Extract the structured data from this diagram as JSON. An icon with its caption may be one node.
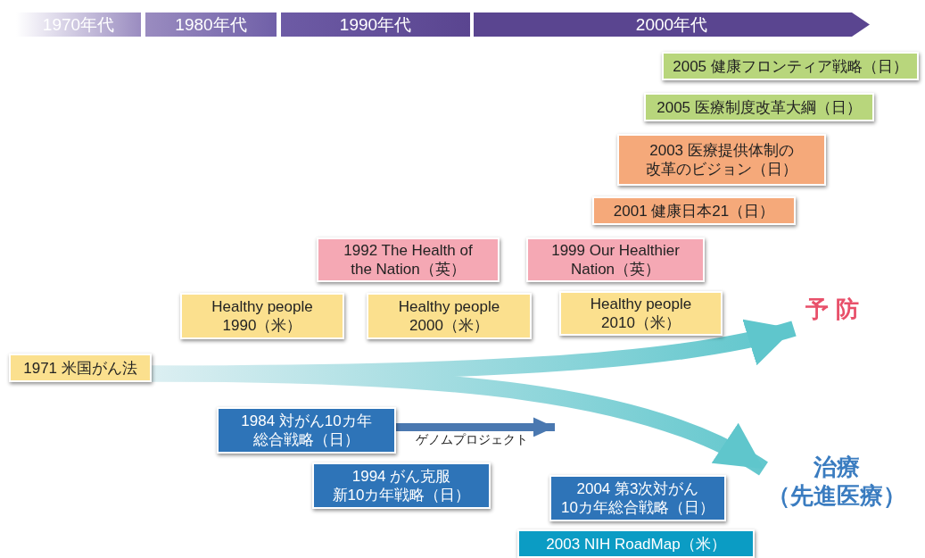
{
  "diagram": {
    "nodes": [
      {
        "text": [
          "1970年代"
        ]
      },
      {
        "text": [
          "1980年代"
        ]
      },
      {
        "text": [
          "1990年代"
        ]
      },
      {
        "text": [
          "2000年代"
        ]
      },
      {
        "text": [
          "2005 健康フロンティア戦略（日）"
        ]
      },
      {
        "text": [
          "2005 医療制度改革大綱（日）"
        ]
      },
      {
        "text": [
          "2003 医療提供体制の改革のビジョン（日）"
        ]
      },
      {
        "text": [
          "2001 健康日本21（日）"
        ]
      },
      {
        "text": [
          "1992 The Health of the Nation（英）"
        ]
      },
      {
        "text": [
          "1999 Our Healthier Nation（英）"
        ]
      },
      {
        "text": [
          "Healthy people 1990（米）"
        ]
      },
      {
        "text": [
          "Healthy people 2000（米）"
        ]
      },
      {
        "text": [
          "Healthy people 2010（米）"
        ]
      },
      {
        "text": [
          "予防"
        ]
      },
      {
        "text": [
          "1971 米国がん法"
        ]
      },
      {
        "text": [
          "1984 対がん10カ年総合戦略（日）"
        ]
      },
      {
        "text": [
          "1994 がん克服新10カ年戦略（日）"
        ]
      },
      {
        "text": [
          "2004 第3次対がん10カ年総合戦略（日）"
        ]
      },
      {
        "text": [
          "2003 NIH RoadMap（米）"
        ]
      },
      {
        "text": [
          "治療",
          "（先進医療）"
        ]
      }
    ],
    "edges": [
      {
        "from": 14,
        "to": 13,
        "arrow": "to",
        "style": "thick"
      },
      {
        "from": 14,
        "to": 19,
        "arrow": "to",
        "style": "thick"
      },
      {
        "from": 15,
        "to": null,
        "arrow": "to",
        "label": "ゲノムプロジェクト",
        "color": "#4a78b0"
      }
    ]
  }
}
